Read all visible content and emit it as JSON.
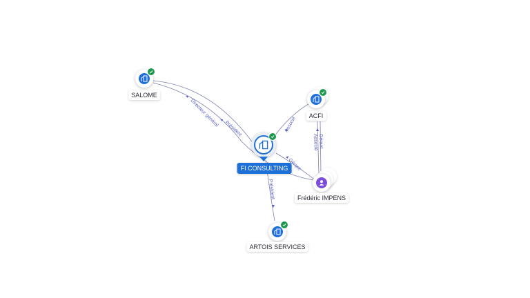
{
  "colors": {
    "company_node": "#1f6fd8",
    "person_node": "#7c4ddb",
    "verified_badge": "#1e9a4e",
    "edge": "#7b80b0",
    "edge_label": "#5a62c8"
  },
  "nodes": {
    "salome": {
      "label": "SALOME",
      "icon": "building-icon",
      "verified": true
    },
    "acfi": {
      "label": "ACFI",
      "icon": "building-icon",
      "verified": true
    },
    "fi_consulting": {
      "label": "FI CONSULTING",
      "icon": "building-icon",
      "verified": true,
      "focused": true
    },
    "frederic": {
      "label": "Frédéric IMPENS",
      "icon": "person-icon"
    },
    "artois": {
      "label": "ARTOIS SERVICES",
      "icon": "building-icon",
      "verified": true
    }
  },
  "edges": [
    {
      "from": "Frédéric IMPENS",
      "to": "SALOME",
      "label": "Directeur général"
    },
    {
      "from": "FI CONSULTING",
      "to": "SALOME",
      "label": "Président"
    },
    {
      "from": "FI CONSULTING",
      "to": "ACFI",
      "label": "Associé"
    },
    {
      "from": "Frédéric IMPENS",
      "to": "FI CONSULTING",
      "label": "Gérant"
    },
    {
      "from": "Frédéric IMPENS",
      "to": "ACFI",
      "label": "Gérant"
    },
    {
      "from": "Frédéric IMPENS",
      "to": "ACFI",
      "label": "Associé"
    },
    {
      "from": "FI CONSULTING",
      "to": "ARTOIS SERVICES",
      "label": "Président"
    }
  ]
}
